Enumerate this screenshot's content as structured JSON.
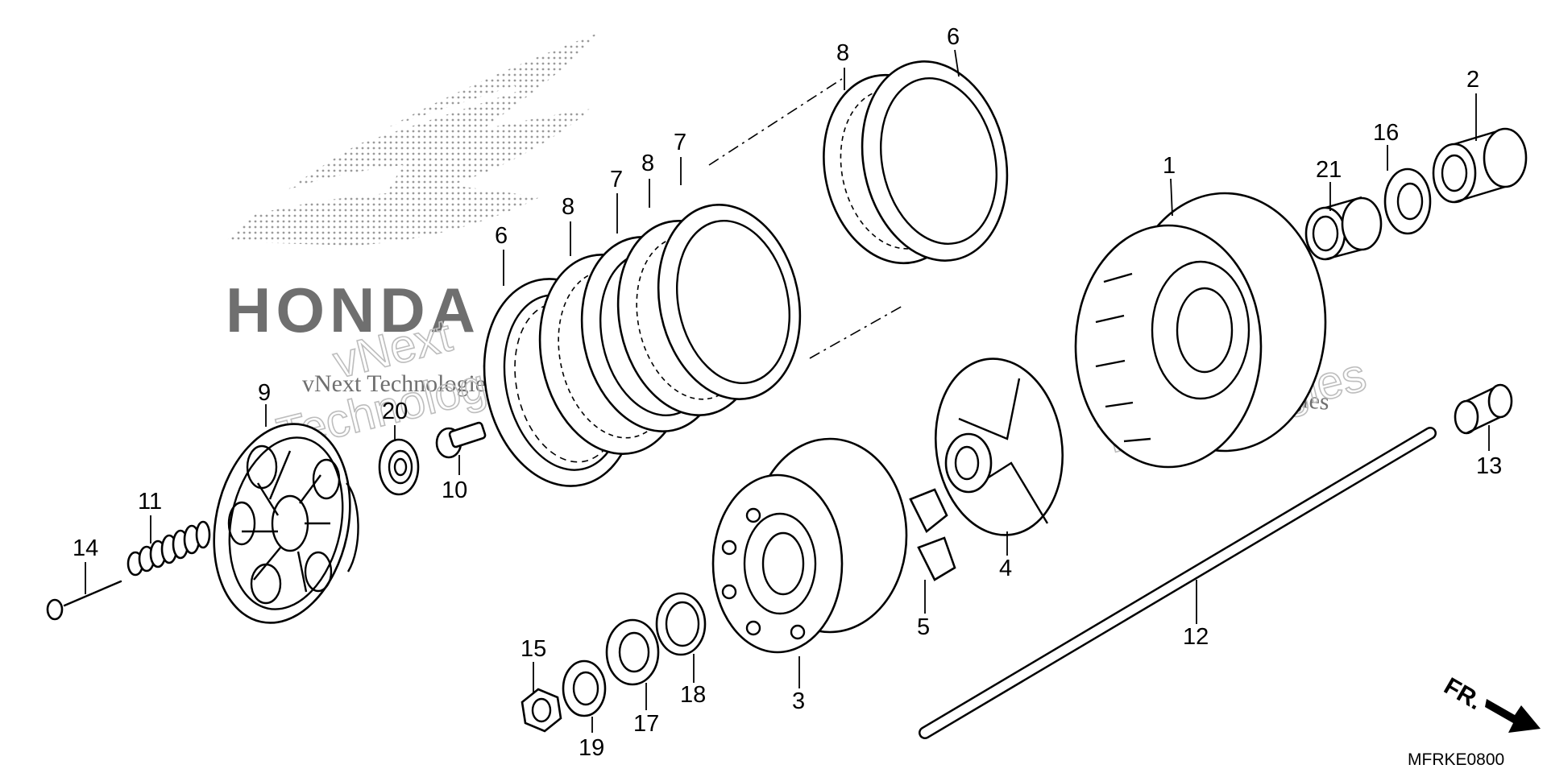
{
  "diagram": {
    "callouts": [
      {
        "id": "1",
        "text": "1"
      },
      {
        "id": "2",
        "text": "2"
      },
      {
        "id": "3",
        "text": "3"
      },
      {
        "id": "4",
        "text": "4"
      },
      {
        "id": "5",
        "text": "5"
      },
      {
        "id": "6a",
        "text": "6"
      },
      {
        "id": "6b",
        "text": "6"
      },
      {
        "id": "7a",
        "text": "7"
      },
      {
        "id": "7b",
        "text": "7"
      },
      {
        "id": "8a",
        "text": "8"
      },
      {
        "id": "8b",
        "text": "8"
      },
      {
        "id": "8c",
        "text": "8"
      },
      {
        "id": "9",
        "text": "9"
      },
      {
        "id": "10",
        "text": "10"
      },
      {
        "id": "11",
        "text": "11"
      },
      {
        "id": "12",
        "text": "12"
      },
      {
        "id": "13",
        "text": "13"
      },
      {
        "id": "14",
        "text": "14"
      },
      {
        "id": "15",
        "text": "15"
      },
      {
        "id": "16",
        "text": "16"
      },
      {
        "id": "17",
        "text": "17"
      },
      {
        "id": "18",
        "text": "18"
      },
      {
        "id": "19",
        "text": "19"
      },
      {
        "id": "20",
        "text": "20"
      },
      {
        "id": "21",
        "text": "21"
      }
    ],
    "direction_label": "FR.",
    "diagram_code": "MFRKE0800"
  },
  "watermark": {
    "text": "vNext Technologies",
    "line1": "vNext",
    "line2": "Technologies",
    "logo_text": "HONDA"
  },
  "colors": {
    "ink": "#000000",
    "watermark": "#9a9a9a",
    "background": "#ffffff"
  }
}
